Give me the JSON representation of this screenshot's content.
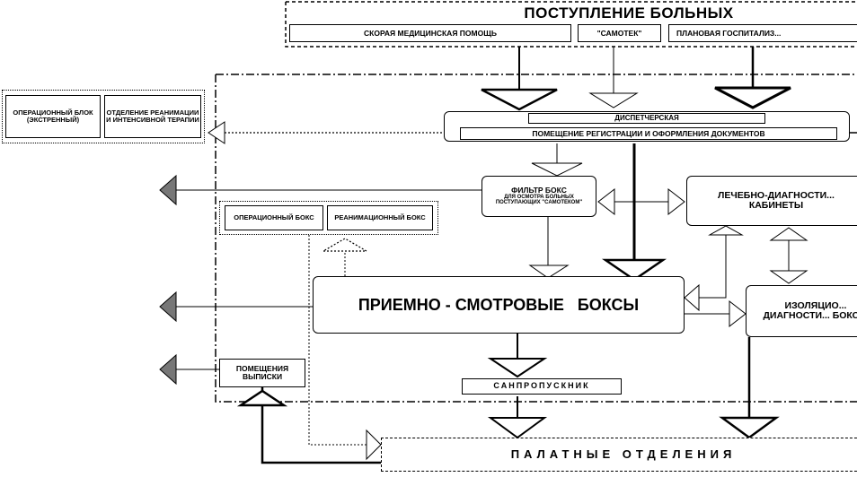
{
  "diagram": {
    "top": {
      "title": "ПОСТУПЛЕНИЕ БОЛЬНЫХ",
      "sources": [
        "СКОРАЯ МЕДИЦИНСКАЯ ПОМОЩЬ",
        "\"САМОТЕК\"",
        "ПЛАНОВАЯ ГОСПИТАЛИЗ..."
      ]
    },
    "dispatch": "ДИСПЕТЧЕРСКАЯ",
    "registration": "ПОМЕЩЕНИЕ РЕГИСТРАЦИИ И ОФОРМЛЕНИЯ ДОКУМЕНТОВ",
    "operating_block": "ОПЕРАЦИОННЫЙ БЛОК (ЭКСТРЕННЫЙ)",
    "icu": "ОТДЕЛЕНИЕ РЕАНИМАЦИИ И ИНТЕНСИВНОЙ ТЕРАПИИ",
    "filter_box": {
      "title": "ФИЛЬТР БОКС",
      "subtitle": "ДЛЯ ОСМОТРА БОЛЬНЫХ ПОСТУПАЮЩИХ \"САМОТЕКОМ\""
    },
    "diagnostic_rooms": "ЛЕЧЕБНО-ДИАГНОСТИ... КАБИНЕТЫ",
    "operating_box": "ОПЕРАЦИОННЫЙ БОКС",
    "resuscitation_box": "РЕАНИМАЦИОННЫЙ БОКС",
    "exam_boxes": "ПРИЕМНО - СМОТРОВЫЕ   БОКСЫ",
    "isolation_boxes": "ИЗОЛЯЦИО... ДИАГНОСТИ... БОКСЫ",
    "discharge": "ПОМЕЩЕНИЯ ВЫПИСКИ",
    "sanitary": "САНПРОПУСКНИК",
    "wards": "ПАЛАТНЫЕ ОТДЕЛЕНИЯ"
  }
}
